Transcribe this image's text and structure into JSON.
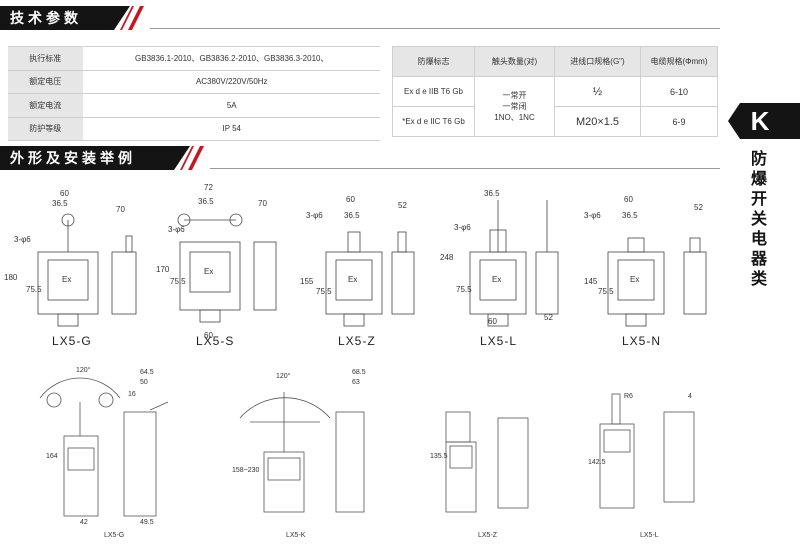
{
  "section1": {
    "title": "技术参数"
  },
  "section2": {
    "title": "外形及安装举例"
  },
  "spec_table": {
    "rows": [
      {
        "label": "执行标准",
        "value": "GB3836.1-2010、GB3836.2-2010、GB3836.3-2010、"
      },
      {
        "label": "额定电压",
        "value": "AC380V/220V/50Hz"
      },
      {
        "label": "额定电流",
        "value": "5A"
      },
      {
        "label": "防护等级",
        "value": "IP 54"
      }
    ]
  },
  "ex_table": {
    "headers": [
      "防爆标志",
      "触头数量(对)",
      "进线口规格(G\")",
      "电缆规格(Φmm)"
    ],
    "row1": {
      "mark": "Ex d e IIB T6 Gb",
      "port": "½",
      "cable": "6-10"
    },
    "row2": {
      "mark": "*Ex d e IIC T6 Gb",
      "port": "M20×1.5",
      "cable": "6-9"
    },
    "contacts": [
      "一常开",
      "一常闭",
      "1NO、1NC"
    ]
  },
  "side_tab": {
    "letter": "K",
    "text": "防爆开关电器类"
  },
  "top_drawings": [
    {
      "caption": "LX5-G",
      "dims": [
        "60",
        "36.5",
        "3-φ6",
        "180",
        "75.5",
        "Ex",
        "70"
      ]
    },
    {
      "caption": "LX5-S",
      "dims": [
        "72",
        "36.5",
        "3-φ6",
        "170",
        "75.5",
        "Ex",
        "60",
        "70"
      ]
    },
    {
      "caption": "LX5-Z",
      "dims": [
        "60",
        "36.5",
        "3-φ6",
        "155",
        "75.5",
        "Ex",
        "52"
      ]
    },
    {
      "caption": "LX5-L",
      "dims": [
        "36.5",
        "3-φ6",
        "248",
        "75.5",
        "Ex",
        "60",
        "52"
      ]
    },
    {
      "caption": "LX5-N",
      "dims": [
        "60",
        "36.5",
        "3-φ6",
        "145",
        "75.5",
        "Ex",
        "52"
      ]
    }
  ],
  "bottom_drawings": [
    {
      "caption": "LX5-G",
      "dims": [
        "120°",
        "64.5",
        "50",
        "16",
        "164",
        "42",
        "49.5"
      ]
    },
    {
      "caption": "LX5-K",
      "dims": [
        "120°",
        "68.5",
        "63",
        "158~230"
      ]
    },
    {
      "caption": "LX5-Z",
      "dims": [
        "135.5"
      ]
    },
    {
      "caption": "LX5-L",
      "dims": [
        "R6",
        "4",
        "142.5"
      ]
    }
  ]
}
